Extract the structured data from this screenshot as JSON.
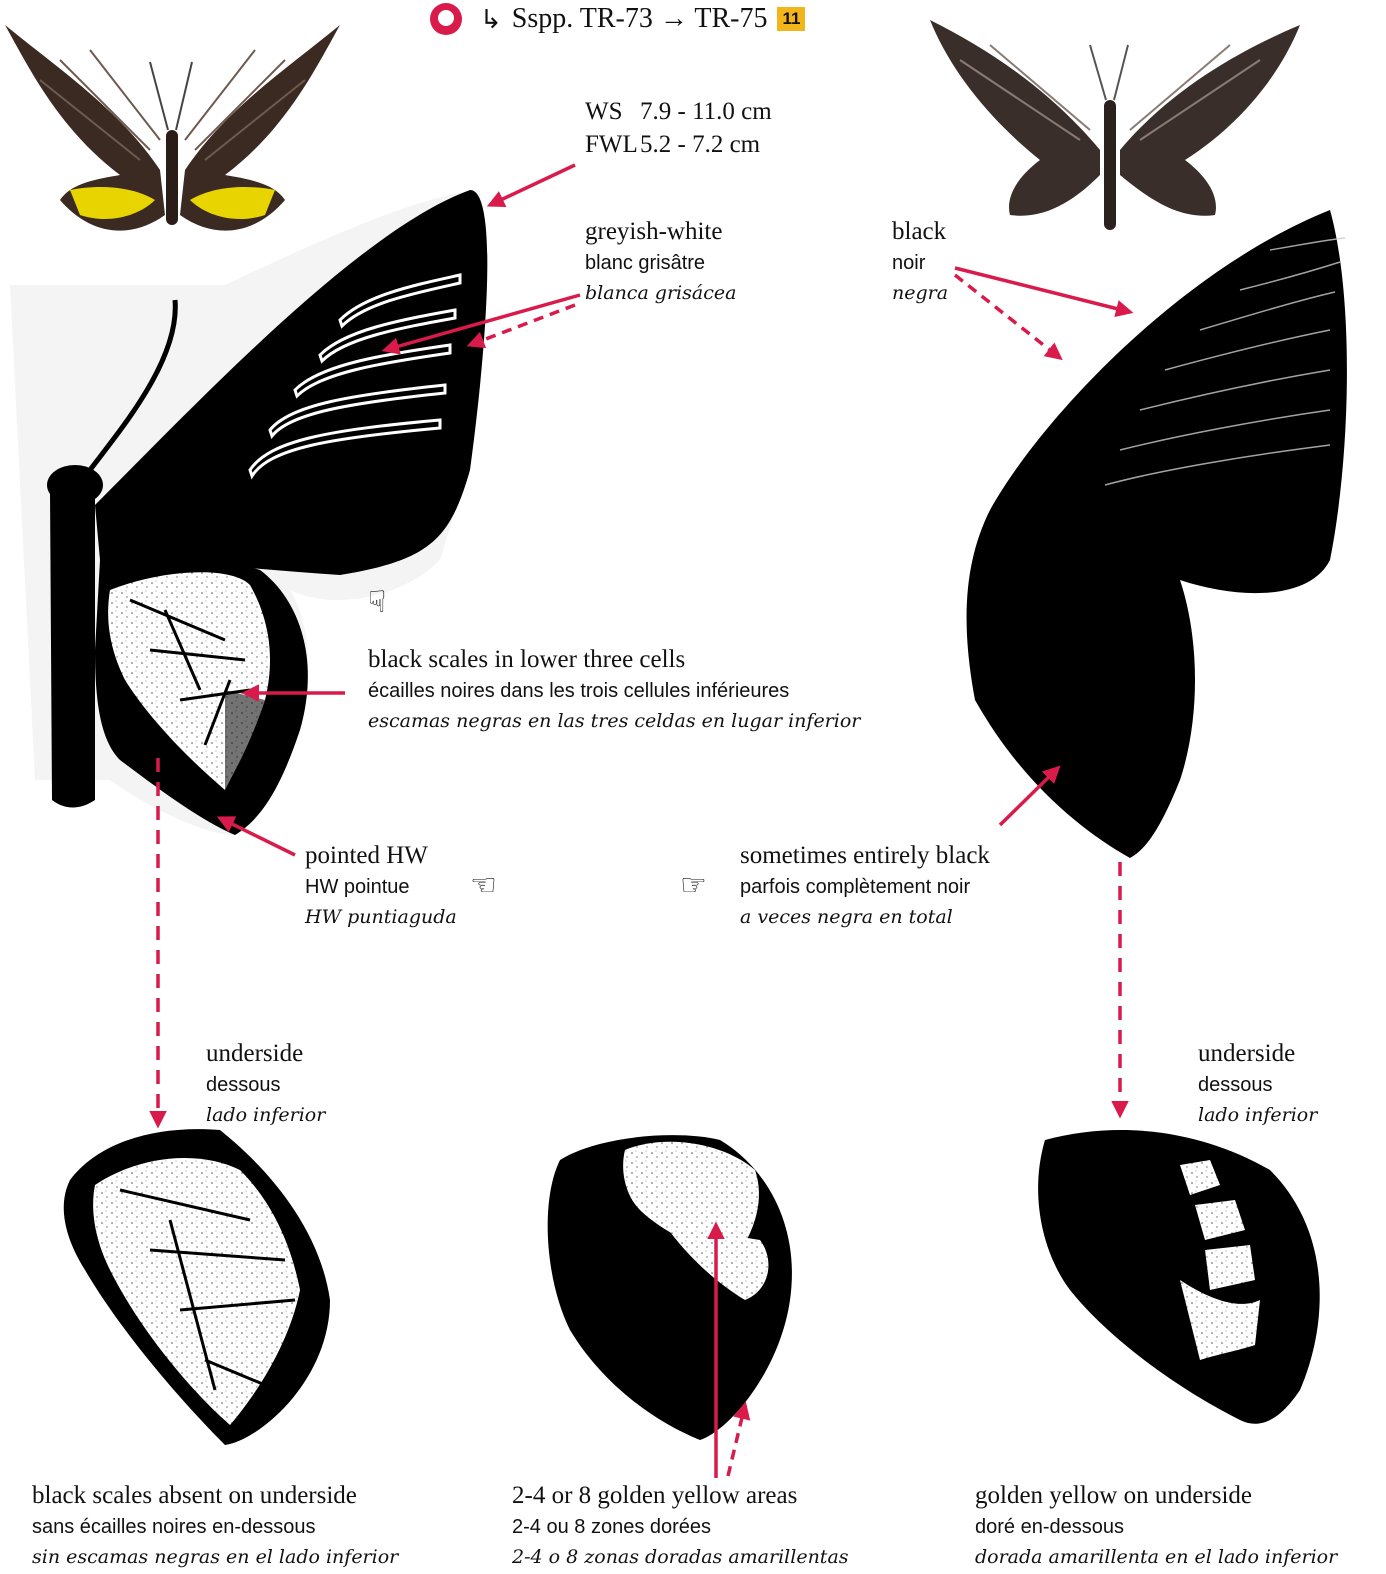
{
  "header": {
    "reference": "Sspp. TR-73 → TR-75",
    "badge": "11",
    "icon_left": "hand-lens-icon",
    "icon_right": "return-arrow-icon"
  },
  "measurements": {
    "ws_label": "WS",
    "ws_value": "7.9 -  11.0 cm",
    "fwl_label": "FWL",
    "fwl_value": "5.2 - 7.2 cm"
  },
  "labels": {
    "greyish": {
      "en": "greyish-white",
      "fr": "blanc grisâtre",
      "es": "blanca grisácea"
    },
    "black": {
      "en": "black",
      "fr": "noir",
      "es": "negra"
    },
    "scales": {
      "en": "black scales in lower three cells",
      "fr": "écailles noires dans les trois cellules inférieures",
      "es": "escamas negras en las tres celdas en lugar inferior"
    },
    "pointed": {
      "en": "pointed HW",
      "fr": "HW pointue",
      "es": "HW puntiaguda"
    },
    "sometimes": {
      "en": "sometimes entirely black",
      "fr": "parfois complètement noir",
      "es": "a veces negra en total"
    },
    "underside_left": {
      "en": "underside",
      "fr": "dessous",
      "es": "lado inferior"
    },
    "underside_right": {
      "en": "underside",
      "fr": "dessous",
      "es": "lado inferior"
    },
    "absent": {
      "en": "black scales absent on underside",
      "fr": "sans écailles noires en-dessous",
      "es": "sin escamas negras en el lado inferior"
    },
    "golden_areas": {
      "en": "2-4 or 8 golden yellow areas",
      "fr": "2-4 ou 8 zones dorées",
      "es": "2-4 o 8 zonas doradas amarillentas"
    },
    "golden_under": {
      "en": "golden yellow on underside",
      "fr": "doré en-dessous",
      "es": "dorada amarillenta en el lado inferior"
    }
  },
  "colors": {
    "arrow": "#d81b4a",
    "badge": "#f2b51a",
    "wing": "#000000",
    "specimen_brown": "#3b2a22",
    "specimen_yellow": "#e8d400"
  },
  "icons": {
    "pointing_hand_down": "pointing-down-hand-icon",
    "pointing_hand_left": "pointing-left-hand-icon",
    "pointing_hand_right": "pointing-right-hand-icon"
  }
}
